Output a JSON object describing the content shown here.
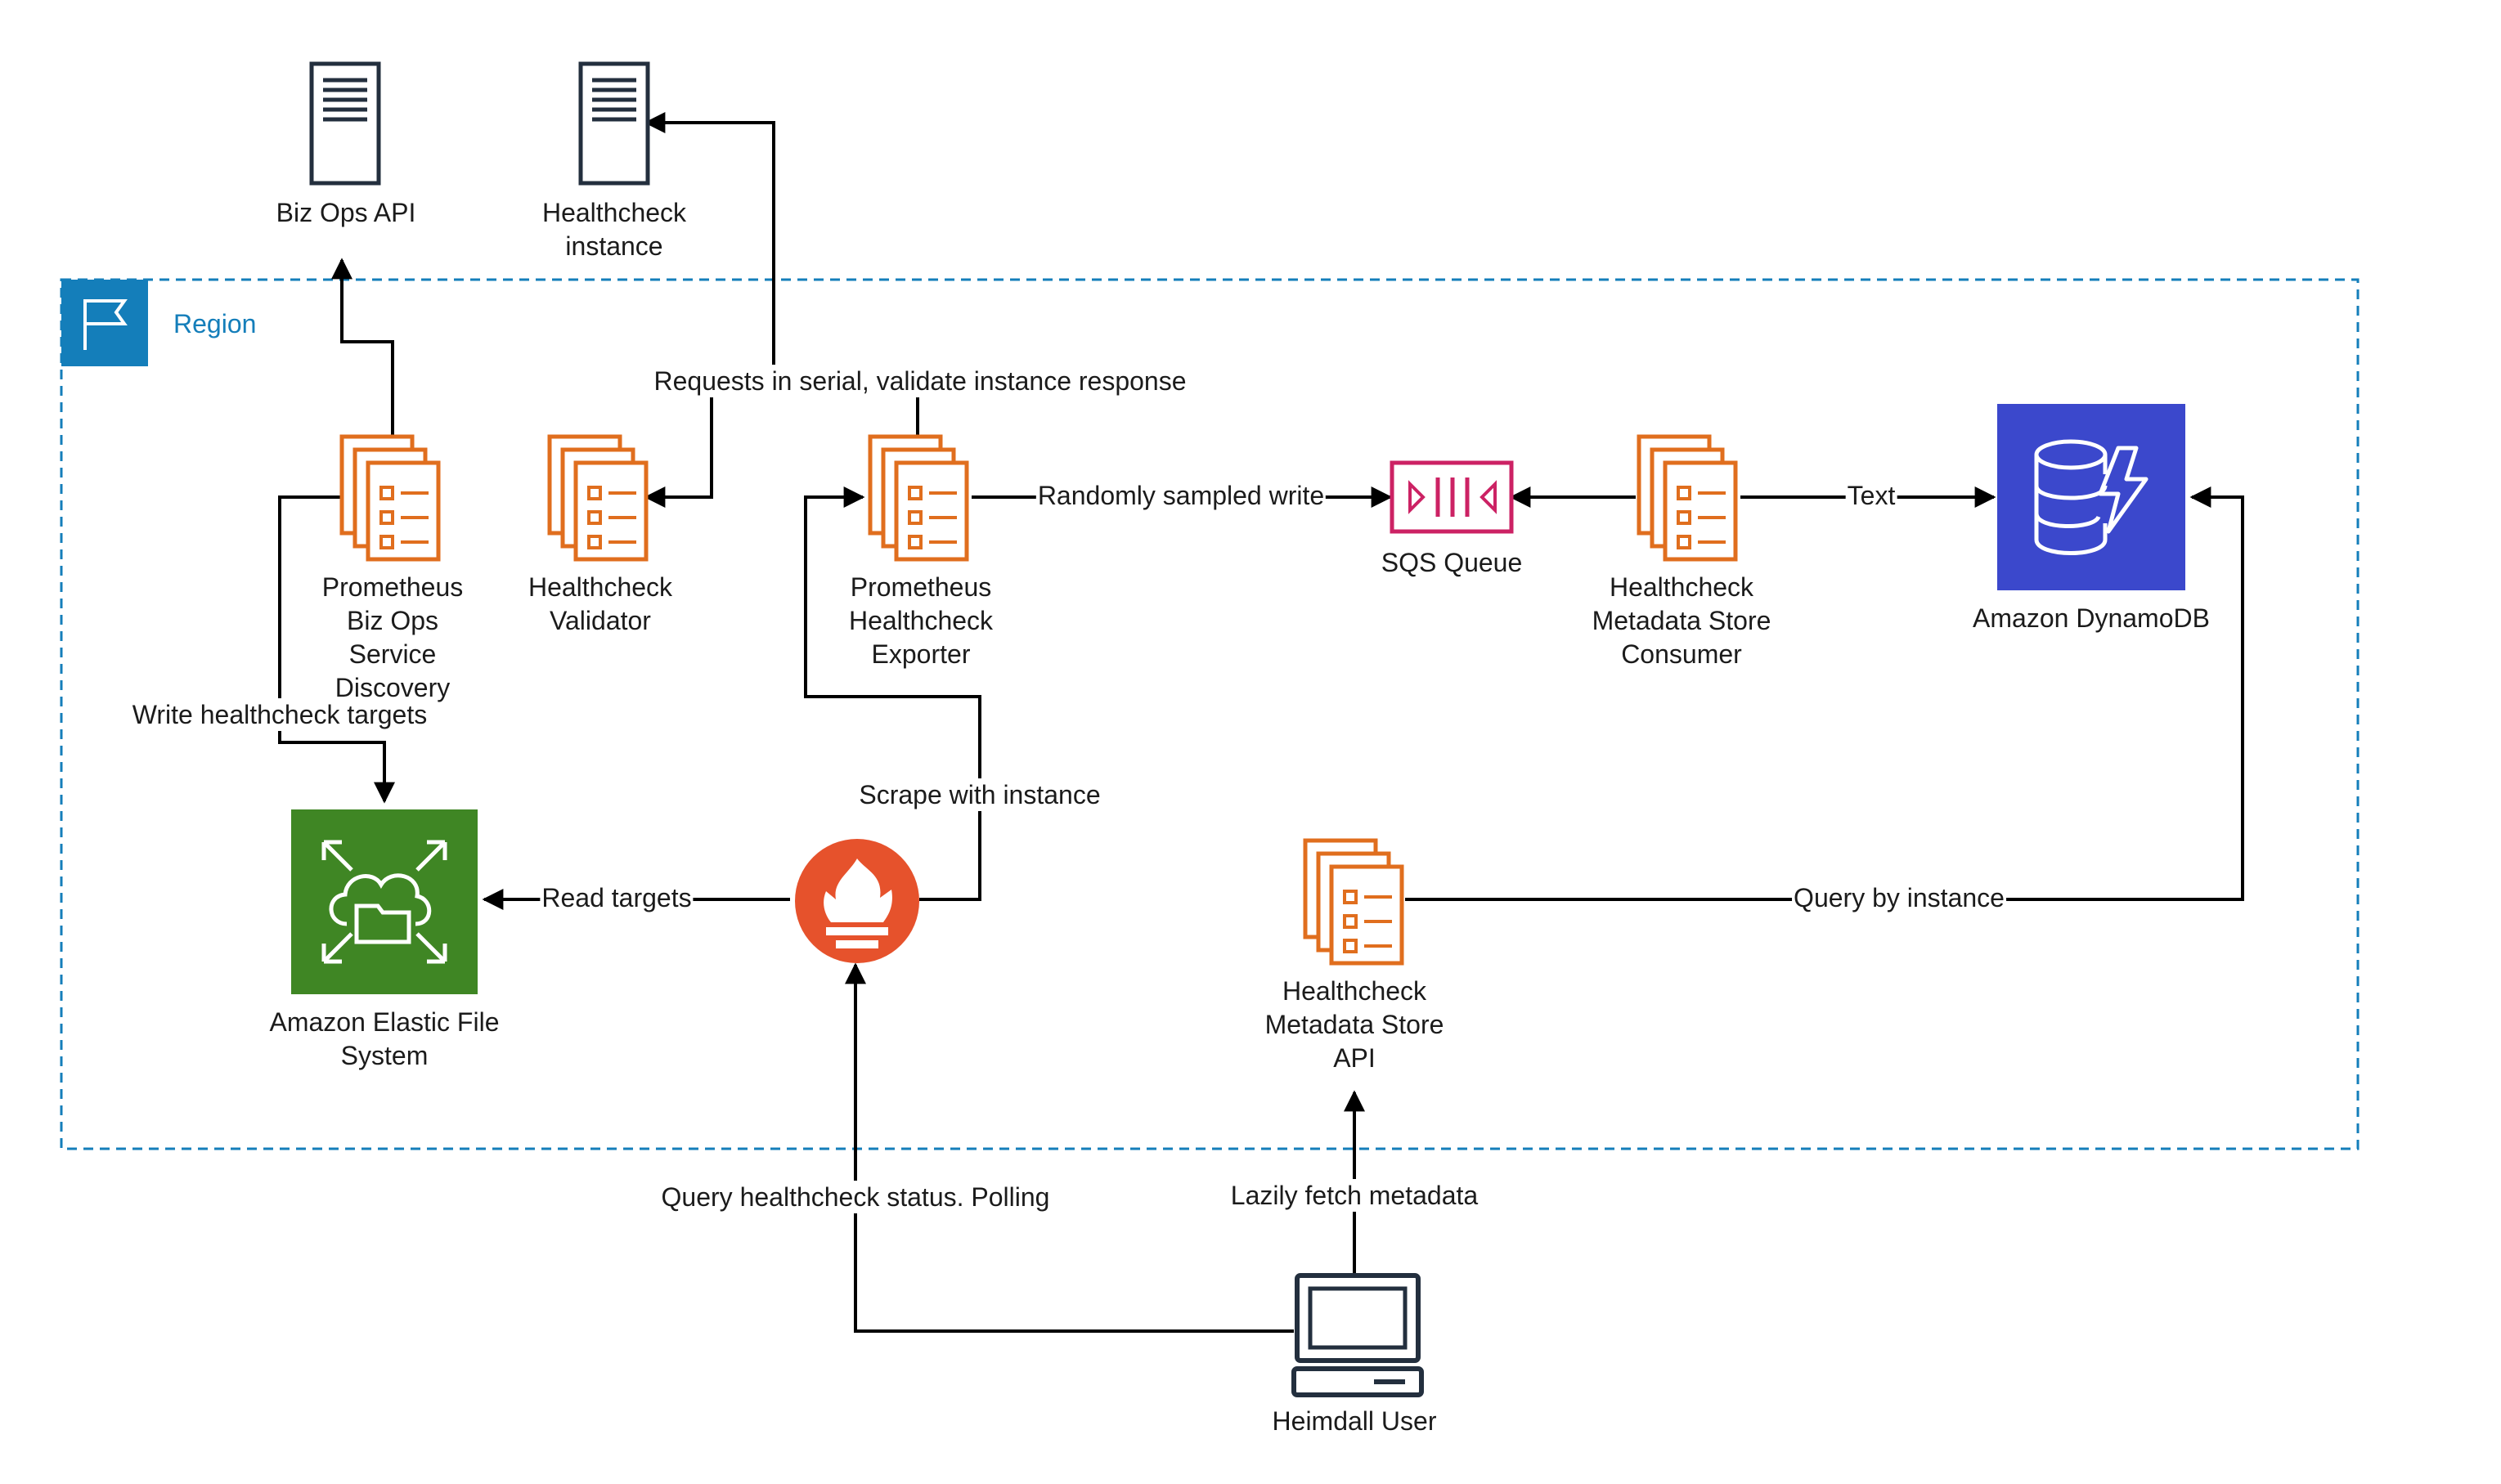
{
  "region": {
    "label": "Region"
  },
  "nodes": {
    "biz_ops_api": {
      "label_lines": [
        "Biz Ops API"
      ],
      "icon": "server-icon"
    },
    "healthcheck_instance": {
      "label_lines": [
        "Healthcheck",
        "instance"
      ],
      "icon": "server-icon"
    },
    "prometheus_biz_ops_sd": {
      "label_lines": [
        "Prometheus",
        "Biz Ops",
        "Service",
        "Discovery"
      ],
      "icon": "ecs-tasks-icon"
    },
    "healthcheck_validator": {
      "label_lines": [
        "Healthcheck",
        "Validator"
      ],
      "icon": "ecs-tasks-icon"
    },
    "prometheus_healthcheck_exporter": {
      "label_lines": [
        "Prometheus",
        "Healthcheck",
        "Exporter"
      ],
      "icon": "ecs-tasks-icon"
    },
    "sqs_queue": {
      "label_lines": [
        "SQS Queue"
      ],
      "icon": "sqs-queue-icon"
    },
    "metadata_store_consumer": {
      "label_lines": [
        "Healthcheck",
        "Metadata Store",
        "Consumer"
      ],
      "icon": "ecs-tasks-icon"
    },
    "dynamodb": {
      "label_lines": [
        "Amazon DynamoDB"
      ],
      "icon": "dynamodb-icon"
    },
    "efs": {
      "label_lines": [
        "Amazon Elastic File",
        "System"
      ],
      "icon": "efs-icon"
    },
    "prometheus": {
      "label_lines": [],
      "icon": "prometheus-icon"
    },
    "metadata_store_api": {
      "label_lines": [
        "Healthcheck",
        "Metadata Store",
        "API"
      ],
      "icon": "ecs-tasks-icon"
    },
    "heimdall_user": {
      "label_lines": [
        "Heimdall User"
      ],
      "icon": "laptop-icon"
    }
  },
  "edges": {
    "requests_serial": "Requests in serial, validate instance response",
    "randomly_sampled": "Randomly sampled write",
    "text": "Text",
    "write_targets": "Write healthcheck targets",
    "scrape": "Scrape with instance",
    "read_targets": "Read targets",
    "query_by_instance": "Query by instance",
    "query_status": "Query healthcheck status. Polling",
    "lazily_fetch": "Lazily fetch metadata"
  },
  "colors": {
    "region_border": "#147eba",
    "region_badge": "#147eba",
    "ecs_orange": "#e06e1e",
    "sqs_pink": "#cc2264",
    "dynamodb_blue": "#3b48cc",
    "efs_green": "#3f8624",
    "prometheus_red": "#e6522c",
    "dark": "#232f3e",
    "edge": "#000000"
  }
}
